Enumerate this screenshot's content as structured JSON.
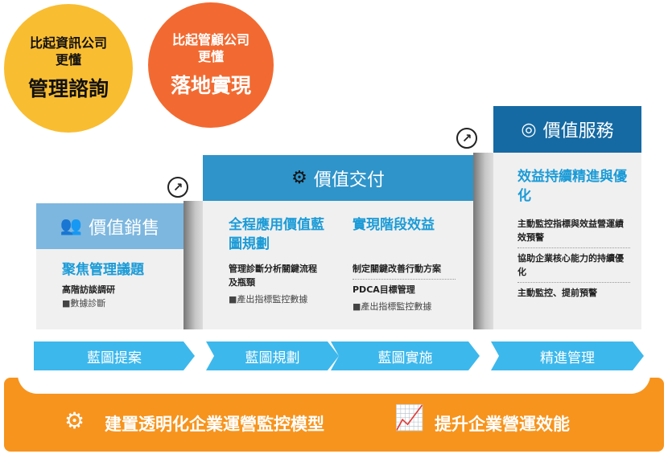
{
  "bubbles": [
    {
      "line1": "比起資訊公司",
      "line2": "更懂",
      "big": "管理諮詢"
    },
    {
      "line1": "比起管顧公司",
      "line2": "更懂",
      "big": "落地實現"
    }
  ],
  "stages": {
    "sales": {
      "header": "價值銷售",
      "title": "聚焦管理議題",
      "item": "高階訪談調研",
      "gray": "■數據診斷"
    },
    "delivery": {
      "header": "價值交付",
      "left": {
        "title": "全程應用價值藍圖規劃",
        "item": "管理診斷分析關鍵流程及瓶頸",
        "gray": "■產出指標監控數據"
      },
      "right": {
        "title": "實現階段效益",
        "item1": "制定關鍵改善行動方案",
        "item2": "PDCA目標管理",
        "gray": "■產出指標監控數據"
      }
    },
    "service": {
      "header": "價值服務",
      "title": "效益持續精進與優化",
      "items": [
        "主動監控指標與效益營運績效預警",
        "協助企業核心能力的持續優化",
        "主動監控、提前預警"
      ]
    }
  },
  "steps": [
    "藍圖提案",
    "藍圖規劃",
    "藍圖實施",
    "精進管理"
  ],
  "banner": {
    "left": "建置透明化企業運營監控模型",
    "right": "提升企業營運效能"
  },
  "colors": {
    "yellow": "#f9bd31",
    "orange": "#f26a31",
    "banner": "#f7941d",
    "sales": "#7db7df",
    "delivery": "#2f94ca",
    "service": "#156aa3",
    "step": "#3db8ec"
  }
}
